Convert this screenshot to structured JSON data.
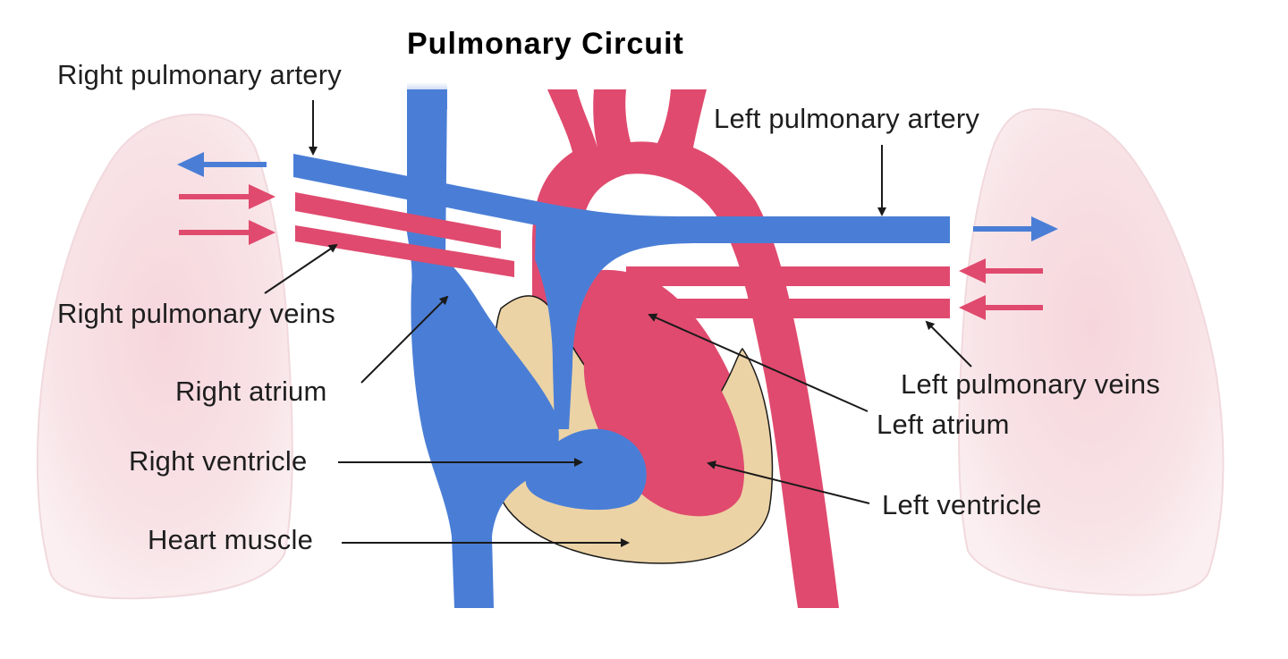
{
  "title": "Pulmonary Circuit",
  "labels": {
    "right_pulmonary_artery": "Right pulmonary artery",
    "left_pulmonary_artery": "Left pulmonary artery",
    "right_pulmonary_veins": "Right pulmonary veins",
    "left_pulmonary_veins": "Left pulmonary veins",
    "right_atrium": "Right atrium",
    "left_atrium": "Left atrium",
    "right_ventricle": "Right ventricle",
    "left_ventricle": "Left ventricle",
    "heart_muscle": "Heart muscle"
  },
  "colors": {
    "deoxygenated": "#4a7ed6",
    "oxygenated": "#e04a6e",
    "heart_muscle": "#ecd3a5",
    "lung": "#f7dde1",
    "text": "#1e1e1e"
  }
}
